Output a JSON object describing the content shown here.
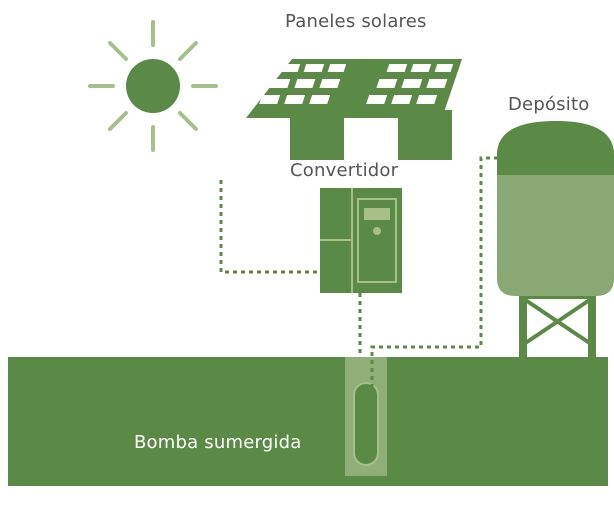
{
  "labels": {
    "solar_panels": "Paneles solares",
    "converter": "Convertidor",
    "tank": "Depósito",
    "pump": "Bomba sumergida"
  },
  "colors": {
    "primary_green": "#5a8a46",
    "light_green": "#a7c08a",
    "tank_water": "#8aa874",
    "well_shaft": "#8fae78",
    "dotted_line": "#5a8a46",
    "label_text": "#555555",
    "background": "#ffffff"
  },
  "icons": {
    "sun": "sun-icon",
    "solar_panel": "solar-panel-icon",
    "converter": "converter-icon",
    "tank": "water-tank-icon",
    "pump": "submersible-pump-icon"
  }
}
